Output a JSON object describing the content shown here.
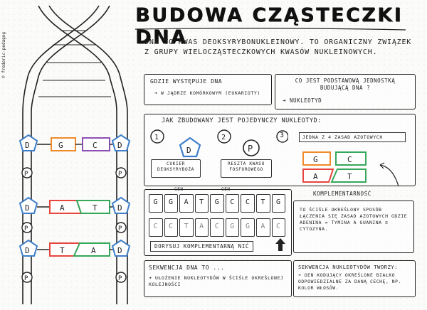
{
  "credit": "© frederic-pedagog",
  "title": "BUDOWA CZĄSTECZKI DNA",
  "intro": "DNA TO KWAS DEOKSYRYBONUKLEINOWY. TO ORGANICZNY ZWIĄZEK Z GRUPY WIELOCZĄSTECZKOWYCH KWASÓW NUKLEINOWYCH.",
  "where": {
    "question": "GDZIE WYSTĘPUJE DNA",
    "answer": "➜ W JĄDRZE KOMÓRKOWYM (EUKARIOTY)"
  },
  "unit": {
    "question": "CO JEST PODSTAWOWĄ JEDNOSTKĄ BUDUJĄCĄ DNA ?",
    "answer": "➜ NUKLEOTYD"
  },
  "nucleotide": {
    "question": "JAK ZBUDOWANY JEST POJEDYNCZY NUKLEOTYD:",
    "parts": [
      {
        "num": "1",
        "symbol": "D",
        "caption": "CUKIER DEOKSYRYBOZA"
      },
      {
        "num": "2",
        "symbol": "P",
        "caption": "RESZTA KWASU FOSFOROWEGO"
      },
      {
        "num": "3",
        "symbol": "",
        "caption": "JEDNA Z 4 ZASAD AZOTOWYCH"
      }
    ]
  },
  "bases_demo": {
    "g": "G",
    "c": "C",
    "a": "A",
    "t": "T",
    "label": "KOMPLEMENTARNOŚĆ",
    "note": "TO ŚCIŚLE OKREŚLONY SPOSÓB ŁĄCZENIA SIĘ ZASAD AZOTOWYCH GDZIE ADENINA = TYMINA A GUANINA ≡ CYTOZYNA."
  },
  "exercise": {
    "gen_label": "GEN",
    "top": [
      "G",
      "G",
      "A",
      "T",
      "G",
      "C",
      "C",
      "T",
      "G"
    ],
    "bottom": [
      "C",
      "C",
      "T",
      "A",
      "C",
      "G",
      "G",
      "A",
      "C"
    ],
    "prompt": "DORYSUJ KOMPLEMENTARNĄ NIĆ"
  },
  "sequence": {
    "title": "SEKWENCJA DNA TO ...",
    "text": "➜ UŁOŻENIE NUKLEOTYDÓW W ŚCIŚLE OKREŚLONEJ KOLEJNOŚCI"
  },
  "gene_sequence": {
    "title": "SEKWENCJA NUKLEOTYDÓW TWORZY:",
    "text": "➜ GEN KODUJĄCY OKREŚLONE BIAŁKO ODPOWIEDZIALNE ZA DANĄ CECHĘ, NP. KOLOR WŁOSÓW."
  },
  "helix": {
    "d": "D",
    "p": "P",
    "pairs": [
      {
        "left": "G",
        "right": "C",
        "left_color": "#3a9a6a",
        "right_color": "#8e4fb3",
        "outline": "#f08a2a"
      },
      {
        "left": "A",
        "right": "T",
        "left_color": "#e6463e",
        "right_color": "#35a85a",
        "outline": "#35a85a"
      },
      {
        "left": "T",
        "right": "A",
        "left_color": "#e6463e",
        "right_color": "#35a85a",
        "outline": "#e6463e"
      }
    ],
    "colors": {
      "sugar": "#3f7fc9",
      "green": "#35a85a",
      "red": "#e6463e",
      "orange": "#f08a2a",
      "purple": "#8e4fb3"
    }
  }
}
